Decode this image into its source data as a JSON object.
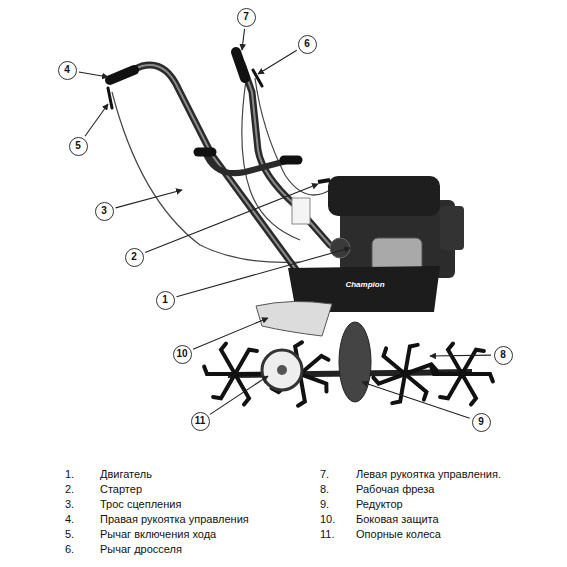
{
  "diagram": {
    "labels": [
      "7",
      "6",
      "4",
      "5",
      "3",
      "2",
      "1",
      "10",
      "8",
      "11",
      "9",
      "Champion",
      "1.",
      "Двигатель",
      "2.",
      "Стартер",
      "3.",
      "Трос сцепления",
      "4.",
      "Правая рукоятка управления",
      "5.",
      "Рычаг включения хода",
      "6.",
      "Рычаг дросселя",
      "7.",
      "Левая рукоятка управления.",
      "8.",
      "Рабочая фреза",
      "9.",
      "Редуктор",
      "10.",
      "Боковая защита",
      "11.",
      "Опорные колеса"
    ]
  }
}
